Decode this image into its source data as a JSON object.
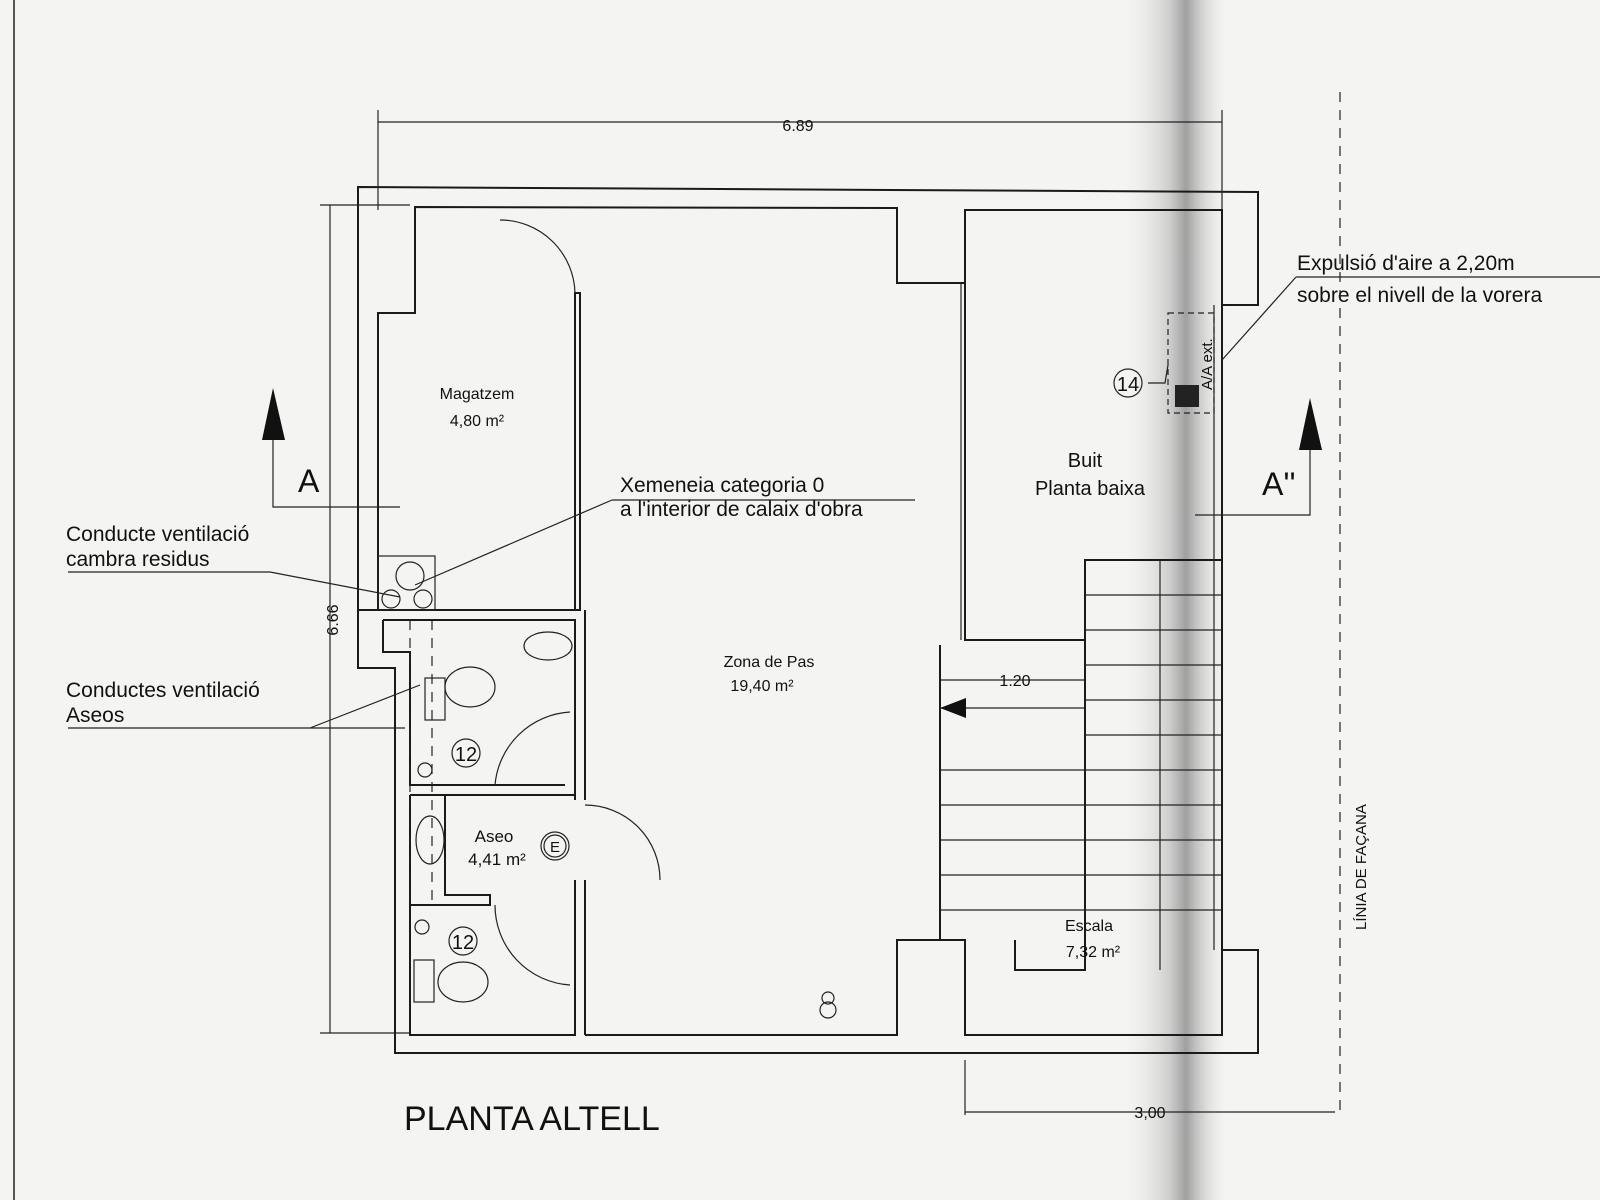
{
  "title": "PLANTA ALTELL",
  "dimensions": {
    "width_total": "6.89",
    "height_total": "6.66",
    "stair_width": "1.20",
    "bottom": "3,00"
  },
  "rooms": {
    "magatzem": {
      "name": "Magatzem",
      "area": "4,80 m²"
    },
    "zona_pas": {
      "name": "Zona de Pas",
      "area": "19,40 m²"
    },
    "aseo": {
      "name": "Aseo",
      "area": "4,41 m²"
    },
    "buit": {
      "name": "Buit",
      "sub": "Planta baixa"
    },
    "escala": {
      "name": "Escala",
      "area": "7,32 m²"
    }
  },
  "annotations": {
    "xemeneia_1": "Xemeneia categoria 0",
    "xemeneia_2": "a l'interior de calaix d'obra",
    "conducte_residus_1": "Conducte ventilació",
    "conducte_residus_2": "cambra residus",
    "conductes_aseos_1": "Conductes ventilació",
    "conductes_aseos_2": "Aseos",
    "expulsio_1": "Expulsió d'aire a 2,20m",
    "expulsio_2": "sobre el nivell de la vorera",
    "aa_ext": "A/A ext.",
    "facana": "LÍNIA DE FAÇANA"
  },
  "markers": {
    "section_left": "A",
    "section_right": "A''",
    "tag_14": "14",
    "tag_12a": "12",
    "tag_12b": "12",
    "tag_e": "E"
  }
}
